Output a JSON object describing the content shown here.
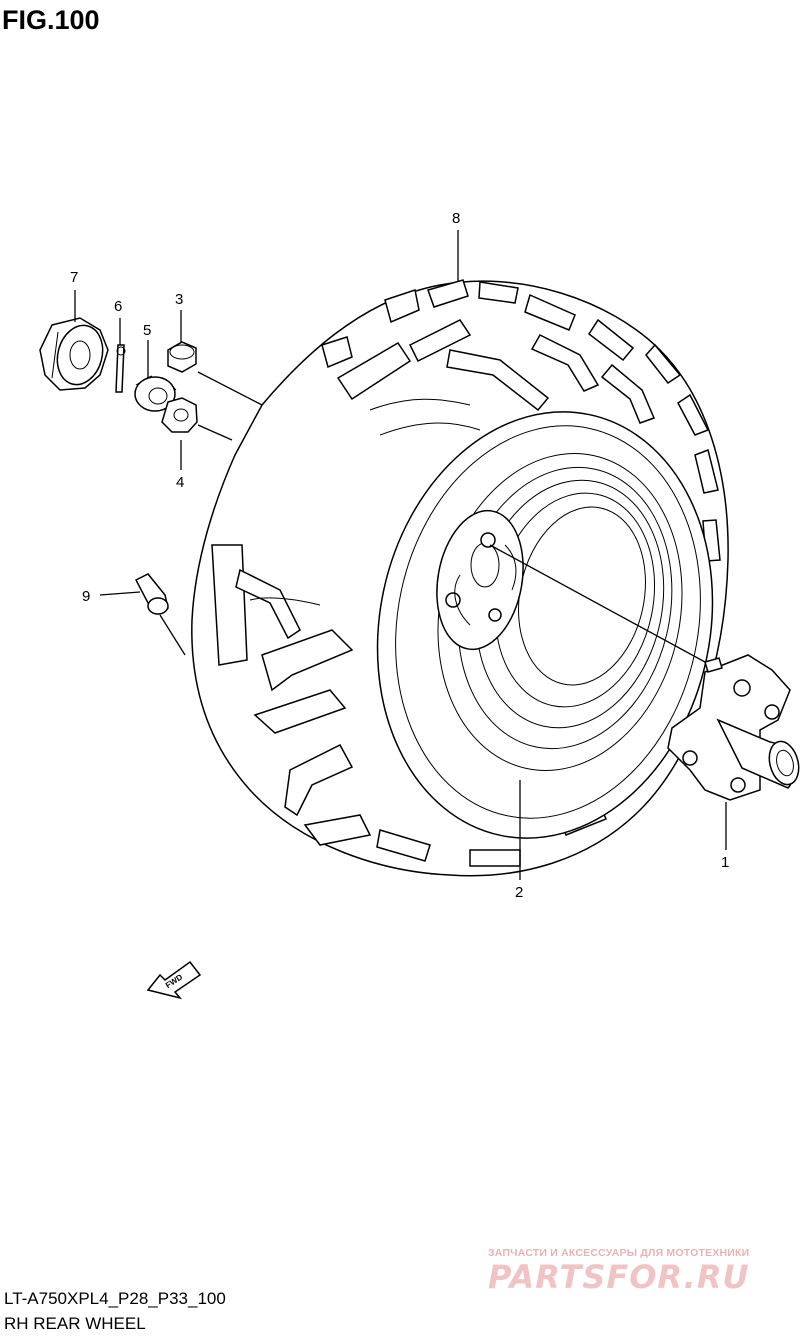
{
  "figure": {
    "title": "FIG.100"
  },
  "callouts": {
    "p1": "1",
    "p2": "2",
    "p3": "3",
    "p4": "4",
    "p5": "5",
    "p6": "6",
    "p7": "7",
    "p8": "8",
    "p9": "9"
  },
  "arrow": {
    "label": "FWD"
  },
  "footer": {
    "model_code": "LT-A750XPL4_P28_P33_100",
    "name": "RH REAR WHEEL"
  },
  "watermark": {
    "tagline": "ЗАПЧАСТИ И АКСЕССУАРЫ ДЛЯ МОТОТЕХНИКИ",
    "logo": "PARTSFOR.RU"
  }
}
